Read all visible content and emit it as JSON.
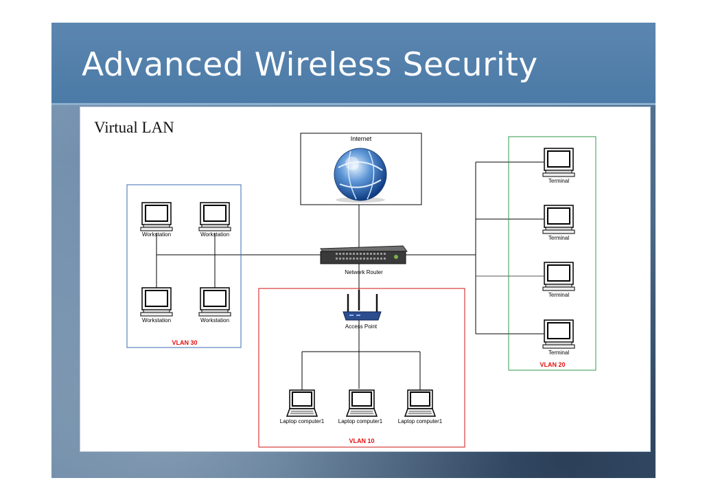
{
  "slide": {
    "title": "Advanced Wireless Security",
    "subtitle": "Virtual LAN"
  },
  "diagram": {
    "internet_label": "Internet",
    "router_label": "Network Router",
    "access_point_label": "Access Point",
    "workstation_label": "Workstation",
    "terminal_label": "Terminal",
    "laptop_label": "Laptop computer1",
    "vlan10_label": "VLAN 10",
    "vlan20_label": "VLAN 20",
    "vlan30_label": "VLAN 30",
    "colors": {
      "vlan10": "#d01010",
      "vlan20": "#2e9a4a",
      "vlan30": "#3a6ab0",
      "label_red": "#e01010"
    }
  }
}
